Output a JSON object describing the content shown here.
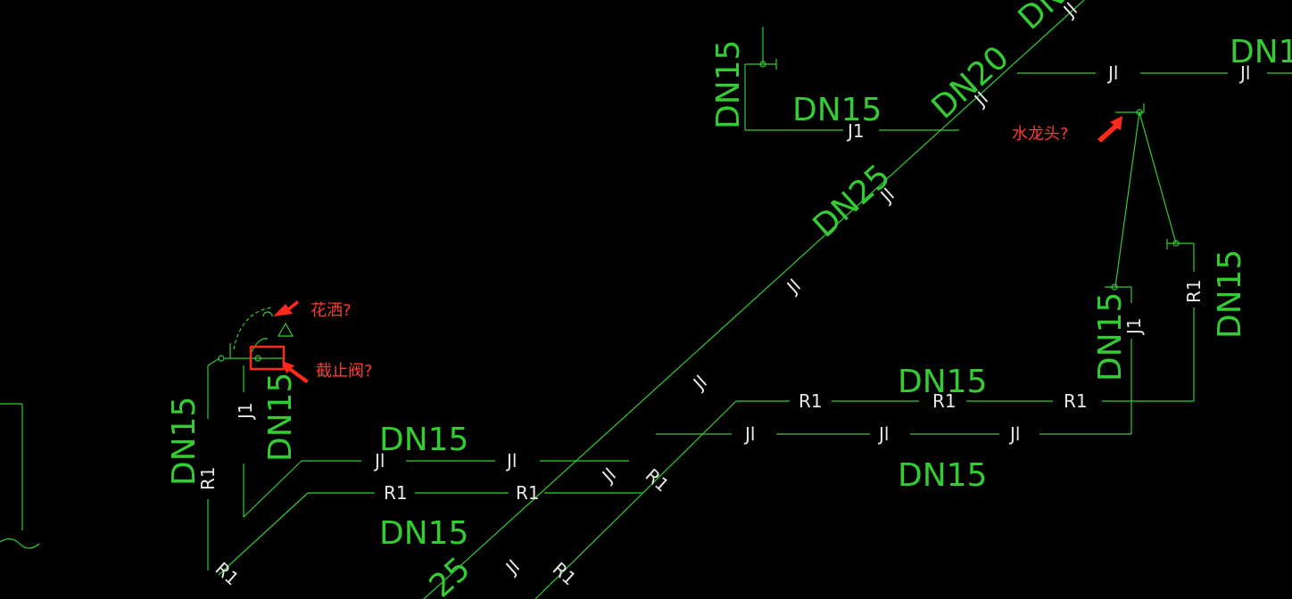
{
  "colors": {
    "background": "#000000",
    "pipe": "#33cc33",
    "annotation": "#ff3b30",
    "code_text": "#e8e8e8"
  },
  "annotations": {
    "shower": "花洒?",
    "stop_valve": "截止阀?",
    "faucet": "水龙头?"
  },
  "labels": {
    "dn15": "DN15",
    "dn20": "DN20",
    "dn25": "DN25",
    "dn25_partial": "25",
    "j1": "J1",
    "r1": "R1",
    "jl": "Jl"
  }
}
